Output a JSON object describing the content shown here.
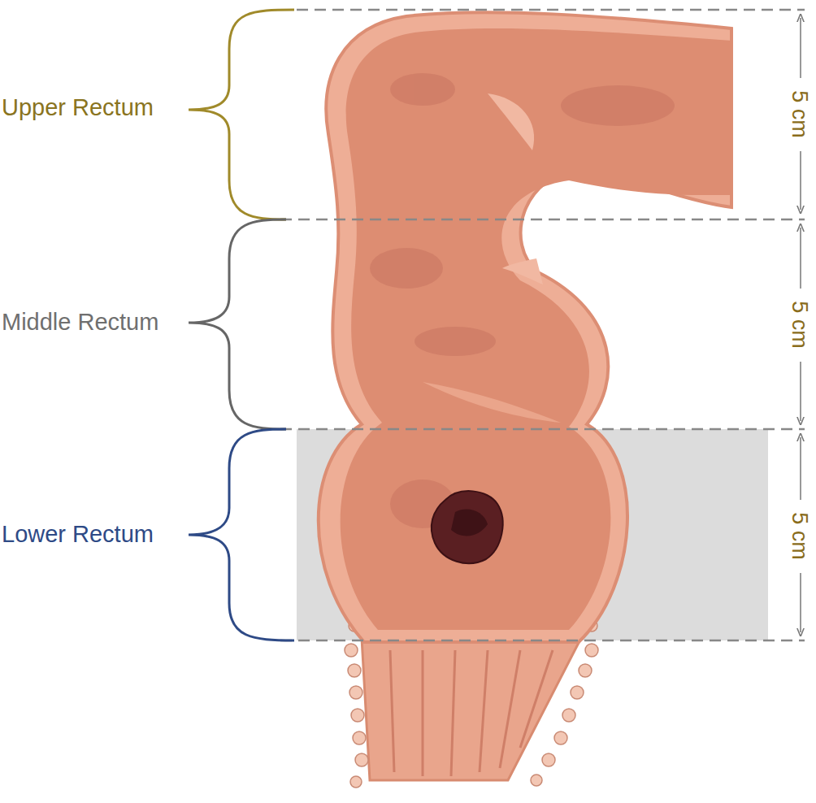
{
  "diagram": {
    "labels": [
      "Upper Rectum",
      "5 cm",
      "Middle Rectum",
      "5 cm",
      "Lower Rectum",
      "5 cm"
    ]
  }
}
